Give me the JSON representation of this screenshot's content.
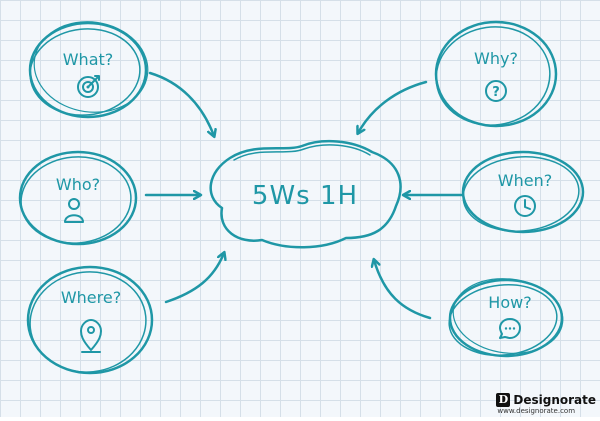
{
  "diagram": {
    "center": "5Ws 1H",
    "questions": {
      "what": "What?",
      "why": "Why?",
      "who": "Who?",
      "when": "When?",
      "where": "Where?",
      "how": "How?"
    },
    "colors": {
      "ink": "#1f97a6",
      "grid": "#d5dfe8",
      "background": "#f3f7fb"
    },
    "icons": {
      "what": "target-icon",
      "why": "question-icon",
      "who": "person-icon",
      "when": "clock-icon",
      "where": "location-pin-icon",
      "how": "chat-bubble-icon"
    }
  },
  "brand": {
    "logo_letter": "D",
    "name": "Designorate",
    "url": "www.designorate.com"
  }
}
